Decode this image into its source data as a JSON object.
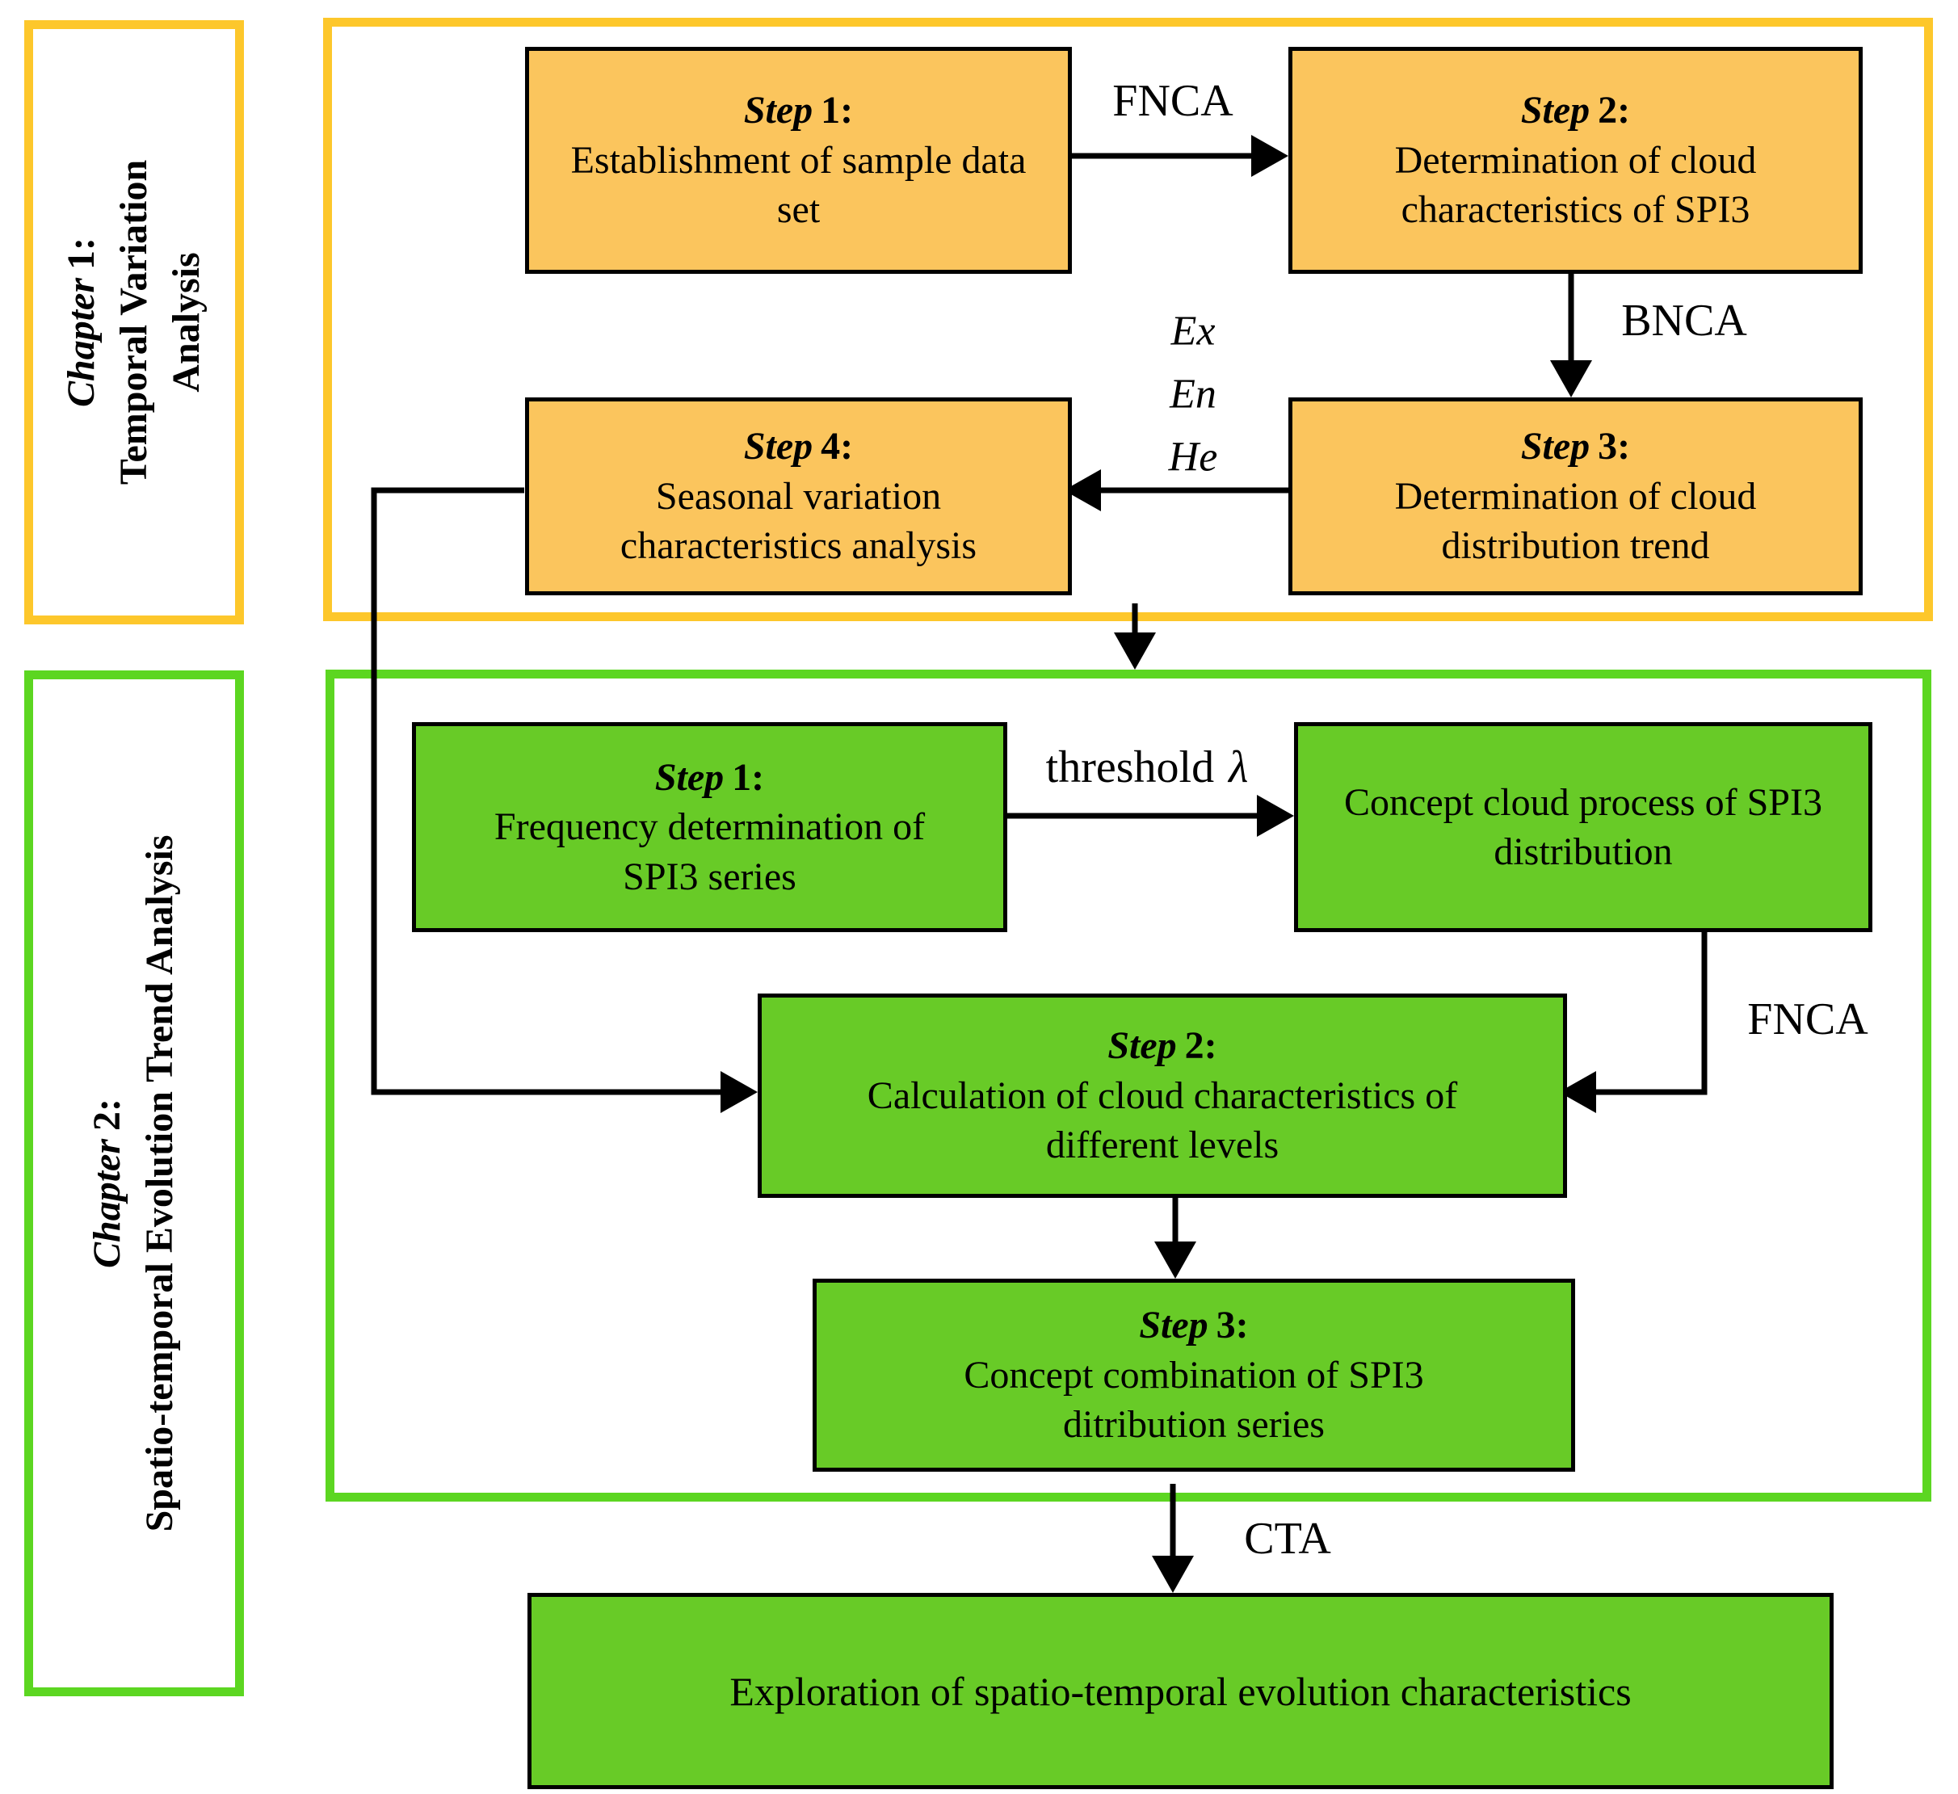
{
  "colors": {
    "gold": "#FDC72B",
    "orange_fill": "#FBC55D",
    "green_border": "#5CD621",
    "green_fill": "#68CB27",
    "line": "#000000"
  },
  "sidebar": {
    "chapter1": {
      "title_word": "Chapter",
      "title_num": "1:",
      "subtitle": "Temporal Variation Analysis"
    },
    "chapter2": {
      "title_word": "Chapter",
      "title_num": "2:",
      "subtitle": "Spatio-temporal Evolution Trend Analysis"
    }
  },
  "chapter1_flow": {
    "step1": {
      "title_word": "Step",
      "title_num": "1:",
      "body": "Establishment of sample data set"
    },
    "step2": {
      "title_word": "Step",
      "title_num": "2:",
      "body": "Determination of cloud characteristics of SPI3"
    },
    "step3": {
      "title_word": "Step",
      "title_num": "3:",
      "body": "Determination of cloud distribution trend"
    },
    "step4": {
      "title_word": "Step",
      "title_num": "4:",
      "body": "Seasonal variation characteristics analysis"
    },
    "arrow_labels": {
      "step1_to_step2": "FNCA",
      "step2_to_step3": "BNCA",
      "step3_to_step4": [
        "Ex",
        "En",
        "He"
      ]
    }
  },
  "chapter2_flow": {
    "step1": {
      "title_word": "Step",
      "title_num": "1:",
      "body": "Frequency determination of SPI3 series"
    },
    "concept": {
      "body": "Concept cloud process of SPI3 distribution"
    },
    "step2": {
      "title_word": "Step",
      "title_num": "2:",
      "body": "Calculation of cloud characteristics of different levels"
    },
    "step3": {
      "title_word": "Step",
      "title_num": "3:",
      "body": "Concept combination of SPI3 ditribution series"
    },
    "final": {
      "body": "Exploration of spatio-temporal evolution characteristics"
    },
    "arrow_labels": {
      "step1_to_concept_prefix": "threshold",
      "step1_to_concept_symbol": "λ",
      "concept_to_step2": "FNCA",
      "to_final": "CTA"
    }
  }
}
